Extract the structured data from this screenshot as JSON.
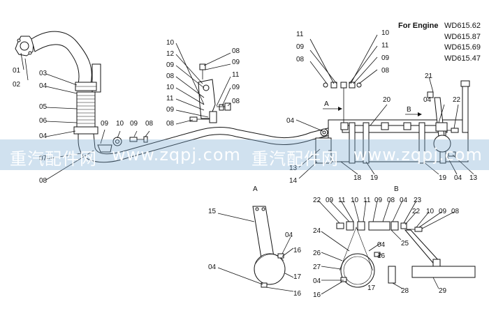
{
  "engine": {
    "title": "For Engine",
    "models": [
      "WD615.62",
      "WD615.87",
      "WD615.69",
      "WD615.47"
    ]
  },
  "watermark": {
    "text_1": "重汽配件网",
    "text_2": "www.zqpj.com",
    "text_3": "重汽配件网",
    "text_4": "www.zqpj.com"
  },
  "views": {
    "a": "A",
    "b": "B"
  },
  "arrows": {
    "a": "A",
    "b": "B"
  },
  "callouts": [
    {
      "id": "c01",
      "text": "01"
    },
    {
      "id": "c02",
      "text": "02"
    },
    {
      "id": "c03",
      "text": "03"
    },
    {
      "id": "c04a",
      "text": "04"
    },
    {
      "id": "c05",
      "text": "05"
    },
    {
      "id": "c06",
      "text": "06"
    },
    {
      "id": "c04b",
      "text": "04"
    },
    {
      "id": "c07",
      "text": "07"
    },
    {
      "id": "c08a",
      "text": "08"
    },
    {
      "id": "c09a",
      "text": "09"
    },
    {
      "id": "c10a",
      "text": "10"
    },
    {
      "id": "c09b",
      "text": "09"
    },
    {
      "id": "c08b",
      "text": "08"
    },
    {
      "id": "c10b",
      "text": "10"
    },
    {
      "id": "c12",
      "text": "12"
    },
    {
      "id": "c09c",
      "text": "09"
    },
    {
      "id": "c08c",
      "text": "08"
    },
    {
      "id": "c10c",
      "text": "10"
    },
    {
      "id": "c11a",
      "text": "11"
    },
    {
      "id": "c09d",
      "text": "09"
    },
    {
      "id": "c08d",
      "text": "08"
    },
    {
      "id": "c08e",
      "text": "08"
    },
    {
      "id": "c09e",
      "text": "09"
    },
    {
      "id": "c11b",
      "text": "11"
    },
    {
      "id": "c09f",
      "text": "09"
    },
    {
      "id": "c08f",
      "text": "08"
    },
    {
      "id": "c11c",
      "text": "11"
    },
    {
      "id": "c09g",
      "text": "09"
    },
    {
      "id": "c08g",
      "text": "08"
    },
    {
      "id": "c10d",
      "text": "10"
    },
    {
      "id": "c11d",
      "text": "11"
    },
    {
      "id": "c09h",
      "text": "09"
    },
    {
      "id": "c08h",
      "text": "08"
    },
    {
      "id": "c04c",
      "text": "04"
    },
    {
      "id": "c13a",
      "text": "13"
    },
    {
      "id": "c14",
      "text": "14"
    },
    {
      "id": "c18",
      "text": "18"
    },
    {
      "id": "c19a",
      "text": "19"
    },
    {
      "id": "c20",
      "text": "20"
    },
    {
      "id": "c21",
      "text": "21"
    },
    {
      "id": "c04d",
      "text": "04"
    },
    {
      "id": "c22a",
      "text": "22"
    },
    {
      "id": "c19b",
      "text": "19"
    },
    {
      "id": "c04e",
      "text": "04"
    },
    {
      "id": "c13b",
      "text": "13"
    },
    {
      "id": "c15",
      "text": "15"
    },
    {
      "id": "c04f",
      "text": "04"
    },
    {
      "id": "c16a",
      "text": "16"
    },
    {
      "id": "c17a",
      "text": "17"
    },
    {
      "id": "c04g",
      "text": "04"
    },
    {
      "id": "c16b",
      "text": "16"
    },
    {
      "id": "c22b",
      "text": "22"
    },
    {
      "id": "c09i",
      "text": "09"
    },
    {
      "id": "c11e",
      "text": "11"
    },
    {
      "id": "c10e",
      "text": "10"
    },
    {
      "id": "c11f",
      "text": "11"
    },
    {
      "id": "c09j",
      "text": "09"
    },
    {
      "id": "c08i",
      "text": "08"
    },
    {
      "id": "c04h",
      "text": "04"
    },
    {
      "id": "c23",
      "text": "23"
    },
    {
      "id": "c22c",
      "text": "22"
    },
    {
      "id": "c10f",
      "text": "10"
    },
    {
      "id": "c09k",
      "text": "09"
    },
    {
      "id": "c08j",
      "text": "08"
    },
    {
      "id": "c24",
      "text": "24"
    },
    {
      "id": "c25",
      "text": "25"
    },
    {
      "id": "c04i",
      "text": "04"
    },
    {
      "id": "c26",
      "text": "26"
    },
    {
      "id": "c16c",
      "text": "16"
    },
    {
      "id": "c27",
      "text": "27"
    },
    {
      "id": "c04j",
      "text": "04"
    },
    {
      "id": "c16d",
      "text": "16"
    },
    {
      "id": "c17b",
      "text": "17"
    },
    {
      "id": "c28",
      "text": "28"
    },
    {
      "id": "c29",
      "text": "29"
    }
  ]
}
